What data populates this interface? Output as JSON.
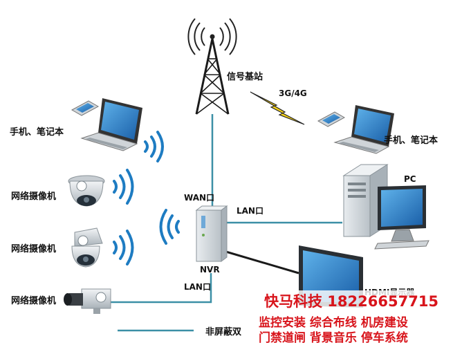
{
  "labels": {
    "tower": "信号基站",
    "cellular": "3G/4G",
    "mobile_left": "手机、笔记本",
    "mobile_right": "手机、笔记本",
    "camera_1": "网络摄像机",
    "camera_2": "网络摄像机",
    "camera_3": "网络摄像机",
    "wan_port": "WAN口",
    "lan_port_pc": "LAN口",
    "lan_port_cam": "LAN口",
    "nvr": "NVR",
    "pc": "PC",
    "monitor": "HDMI显示器",
    "cable_legend": "非屏蔽双"
  },
  "watermark": {
    "title": "快马科技 18226657715",
    "line1": "监控安装  综合布线  机房建设",
    "line2": "门禁道闸  背景音乐  停车系统"
  },
  "colors": {
    "network_link": "#3b8fa6",
    "video_link": "#1a1a1a",
    "wifi_waves": "#1e7cc2",
    "watermark_text": "#d8141b",
    "lightning": "#f5d21a"
  }
}
